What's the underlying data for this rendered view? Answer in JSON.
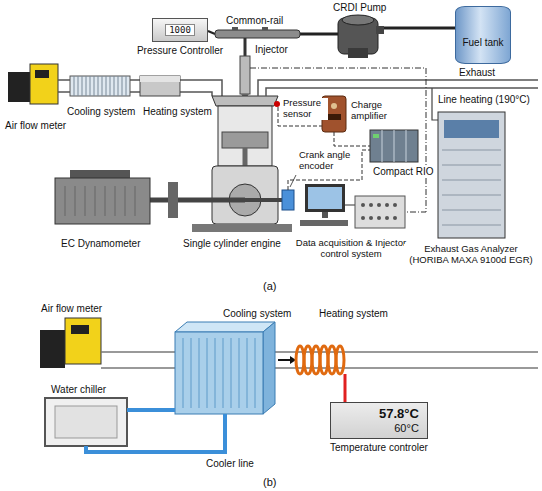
{
  "diagram": {
    "nodes": [
      {
        "text": [
          "1000",
          "Pressure Controller"
        ]
      },
      {
        "text": [
          "Fuel tank"
        ]
      },
      {
        "text": [
          "57.8°C",
          "60°C",
          "Temperature controler"
        ]
      }
    ],
    "labels": [
      "Common-rail",
      "CRDI Pump",
      "Injector",
      "Exhaust",
      "Line heating (190°C)",
      "Air flow meter",
      "Cooling system",
      "Heating system",
      "Pressure sensor",
      "Charge amplifier",
      "Crank angle encoder",
      "Compact RIO",
      "EC Dynamometer",
      "Single cylinder engine",
      "Data acquisition & Injector control system",
      "Exhaust Gas Analyzer (HORIBA MAXA 9100d EGR)",
      "(a)",
      "Air flow meter",
      "Cooling system",
      "Heating system",
      "Water chiller",
      "Cooler line",
      "(b)"
    ]
  }
}
